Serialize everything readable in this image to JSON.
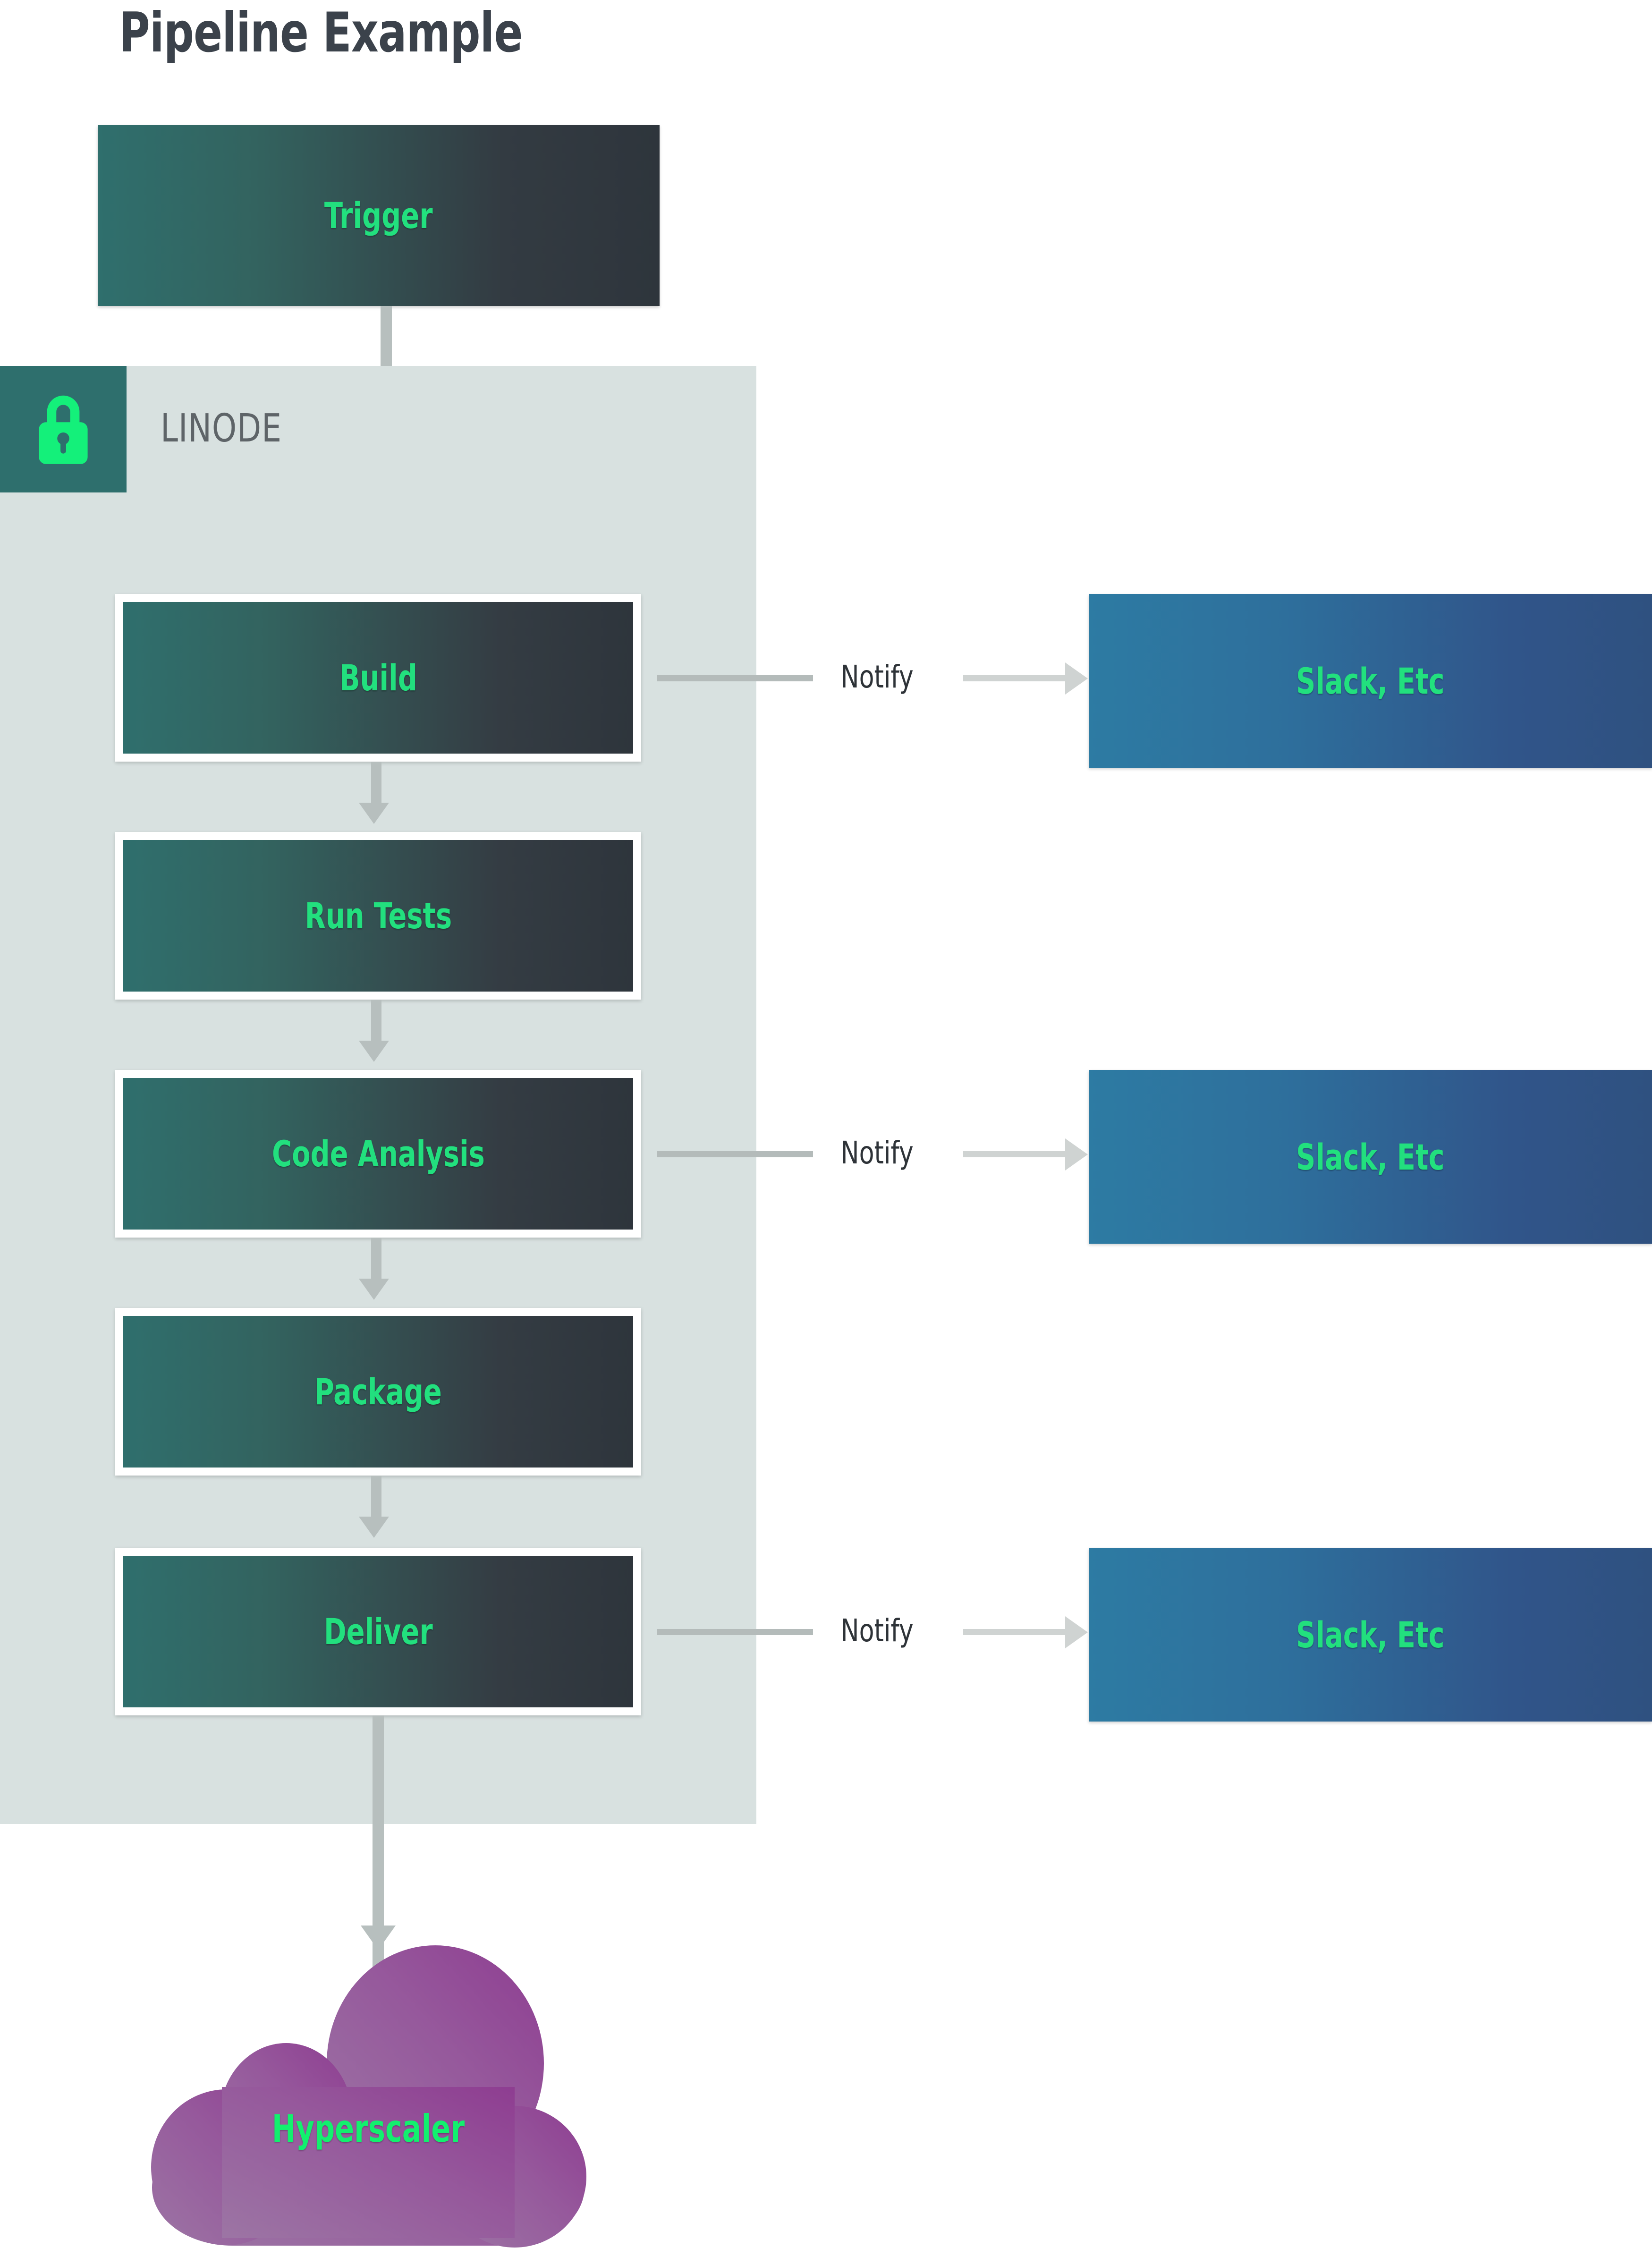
{
  "diagram": {
    "title": "Pipeline Example",
    "type": "flowchart",
    "title_color": "#3b424b",
    "accent_text_color": "#22e07e",
    "zone_background": "#d8e1e0",
    "page_background": "#ffffff"
  },
  "zone": {
    "label": "LINODE",
    "label_color": "#5e6468",
    "badge_color": "#2e6f6d",
    "badge_icon": "lock-icon",
    "badge_icon_color": "#14f07a"
  },
  "trigger": {
    "label": "Trigger",
    "fill_from": "#2f6f6d",
    "fill_to": "#2e353c"
  },
  "stages": [
    {
      "id": "build",
      "label": "Build"
    },
    {
      "id": "run-tests",
      "label": "Run Tests"
    },
    {
      "id": "code-analysis",
      "label": "Code Analysis"
    },
    {
      "id": "package",
      "label": "Package"
    },
    {
      "id": "deliver",
      "label": "Deliver"
    }
  ],
  "notifications": [
    {
      "from": "build",
      "edge_label": "Notify",
      "target_label": "Slack, Etc"
    },
    {
      "from": "code-analysis",
      "edge_label": "Notify",
      "target_label": "Slack, Etc"
    },
    {
      "from": "deliver",
      "edge_label": "Notify",
      "target_label": "Slack, Etc"
    }
  ],
  "sink_style": {
    "fill_from": "#2d7ba3",
    "fill_to": "#2f5180"
  },
  "cloud": {
    "label": "Hyperscaler",
    "fill_from": "#9c75a4",
    "fill_to": "#8e3d91",
    "label_color": "#12f06e"
  },
  "connectors": {
    "color": "#b7bfbe",
    "arrow_color": "#cfd3d2"
  }
}
